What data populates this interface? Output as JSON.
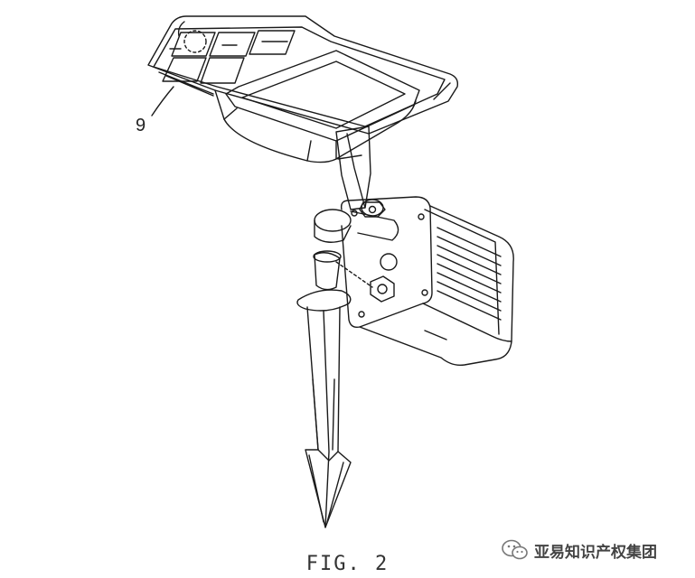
{
  "figure": {
    "caption": "FIG. 2",
    "reference_numeral": "9"
  },
  "watermark": {
    "text": "亚易知识产权集团",
    "icon": "wechat-icon"
  },
  "colors": {
    "line": "#1a1a1a",
    "background": "#ffffff"
  }
}
